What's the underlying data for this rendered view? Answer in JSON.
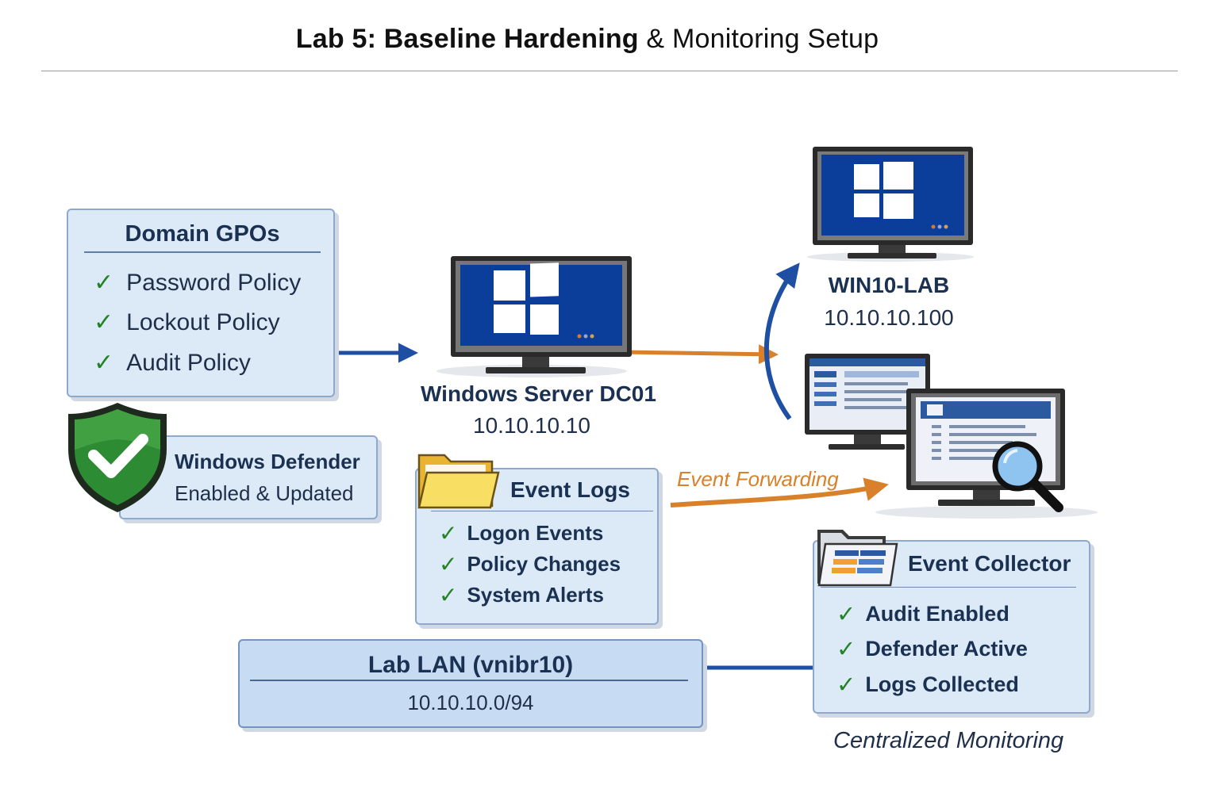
{
  "title": {
    "bold_part": "Lab 5: Baseline Hardening",
    "rest": " & Monitoring Setup"
  },
  "gpo": {
    "title": "Domain GPOs",
    "items": [
      "Password Policy",
      "Lockout Policy",
      "Audit Policy"
    ]
  },
  "defender": {
    "title": "Windows Defender",
    "subtitle": "Enabled & Updated"
  },
  "server": {
    "name": "Windows Server DC01",
    "ip": "10.10.10.10"
  },
  "workstation": {
    "name": "WIN10-LAB",
    "ip": "10.10.10.100"
  },
  "event_logs": {
    "title": "Event Logs",
    "items": [
      "Logon Events",
      "Policy Changes",
      "System Alerts"
    ]
  },
  "forwarding": {
    "label": "Event Forwarding"
  },
  "collector": {
    "title": "Event Collector",
    "items": [
      "Audit Enabled",
      "Defender Active",
      "Logs Collected"
    ],
    "caption": "Centralized Monitoring"
  },
  "lan": {
    "title": "Lab LAN (vnibr10)",
    "subnet": "10.10.10.0/94"
  },
  "icons": {
    "check": "✓"
  },
  "colors": {
    "blue_arrow": "#1f4fa3",
    "orange_arrow": "#d9802b",
    "check_green": "#238226",
    "card_fill": "#dce9f7",
    "screen_blue": "#0b3e9a"
  }
}
